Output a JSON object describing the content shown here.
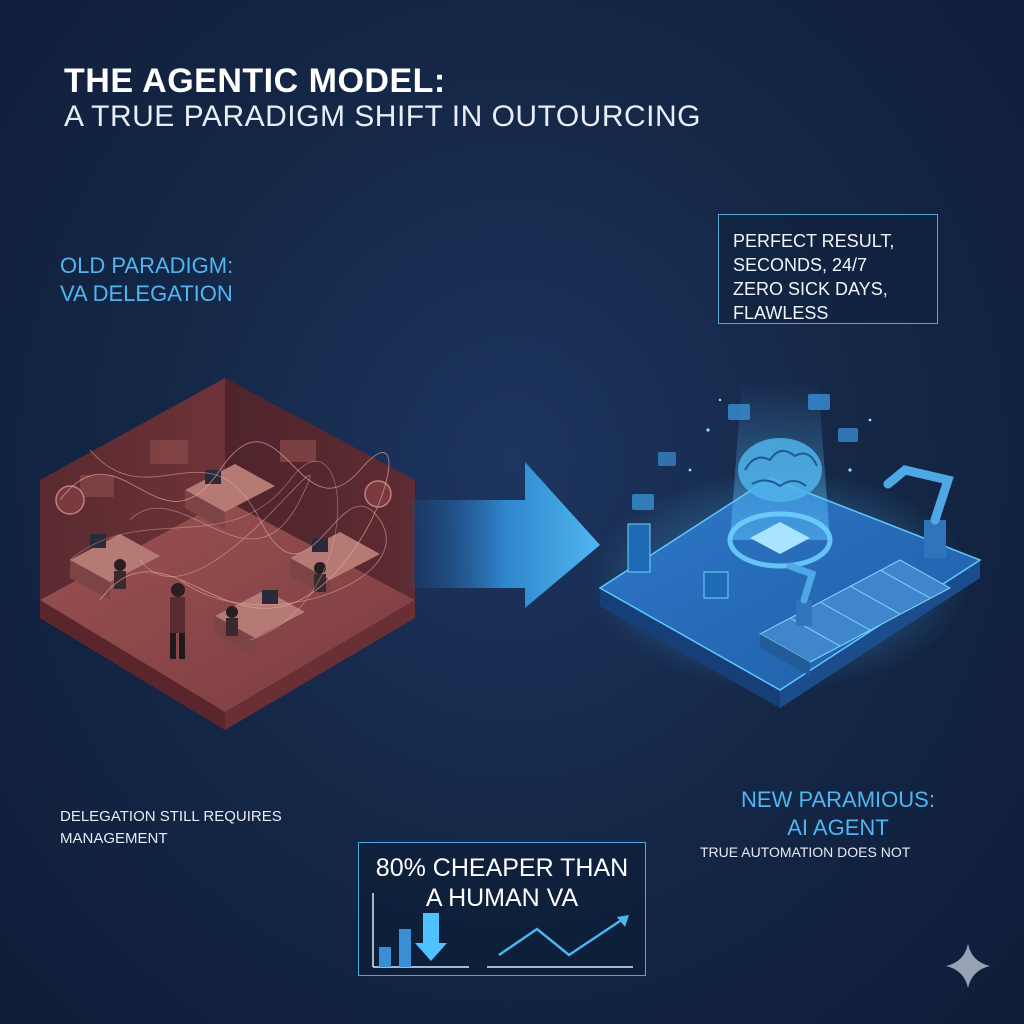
{
  "header": {
    "title": "THE AGENTIC MODEL:",
    "subtitle": "A TRUE PARADIGM SHIFT IN OUTOURCING"
  },
  "old_paradigm": {
    "label_line1": "OLD PARADIGM:",
    "label_line2": "VA DELEGATION",
    "note_line1": "DELEGATION STILL REQUIRES",
    "note_line2": "MANAGEMENT"
  },
  "new_paradigm": {
    "label_line1": "NEW PARAMIOUS:",
    "label_line2": "AI AGENT",
    "note": "TRUE AUTOMATION DOES NOT"
  },
  "result_box": {
    "line1": "PERFECT RESULT,",
    "line2": "SECONDS, 24/7",
    "line3": "ZERO SICK DAYS,",
    "line4": "FLAWLESS"
  },
  "cost_box": {
    "line1": "80% CHEAPER THAN",
    "line2": "A HUMAN VA"
  },
  "colors": {
    "accent": "#4fb6f0",
    "old_room": "#a85a5a",
    "new_platform": "#2f8fe0"
  }
}
